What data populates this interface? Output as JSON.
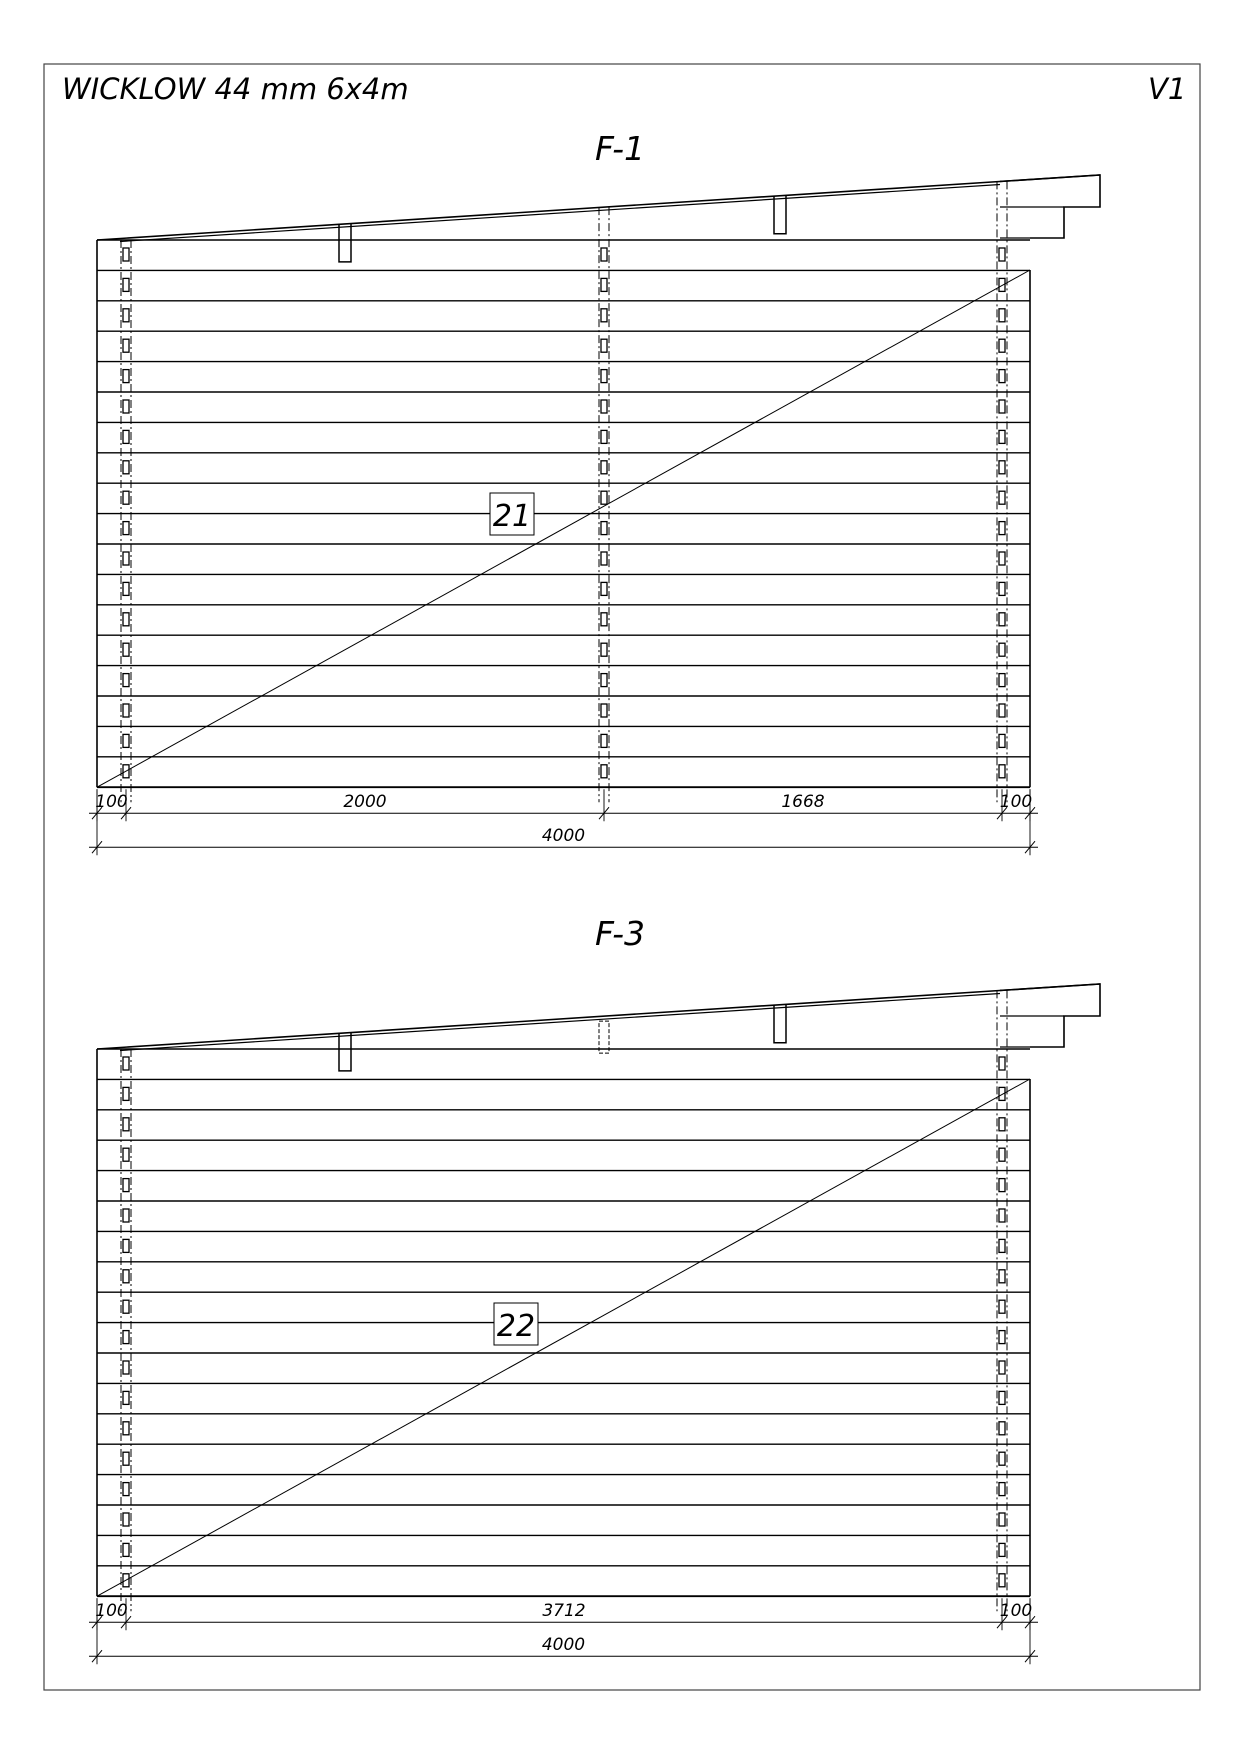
{
  "sheet": {
    "title": "WICKLOW 44 mm 6x4m",
    "version": "V1"
  },
  "drawings": [
    {
      "heading": "F-1",
      "part_number": "21",
      "board_rows": 18,
      "has_middle_post": true,
      "dims_upper": [
        "100",
        "2000",
        "1668",
        "100"
      ],
      "dim_total": "4000"
    },
    {
      "heading": "F-3",
      "part_number": "22",
      "board_rows": 18,
      "has_middle_post": false,
      "dims_upper": [
        "100",
        "3712",
        "100"
      ],
      "dim_total": "4000"
    }
  ]
}
